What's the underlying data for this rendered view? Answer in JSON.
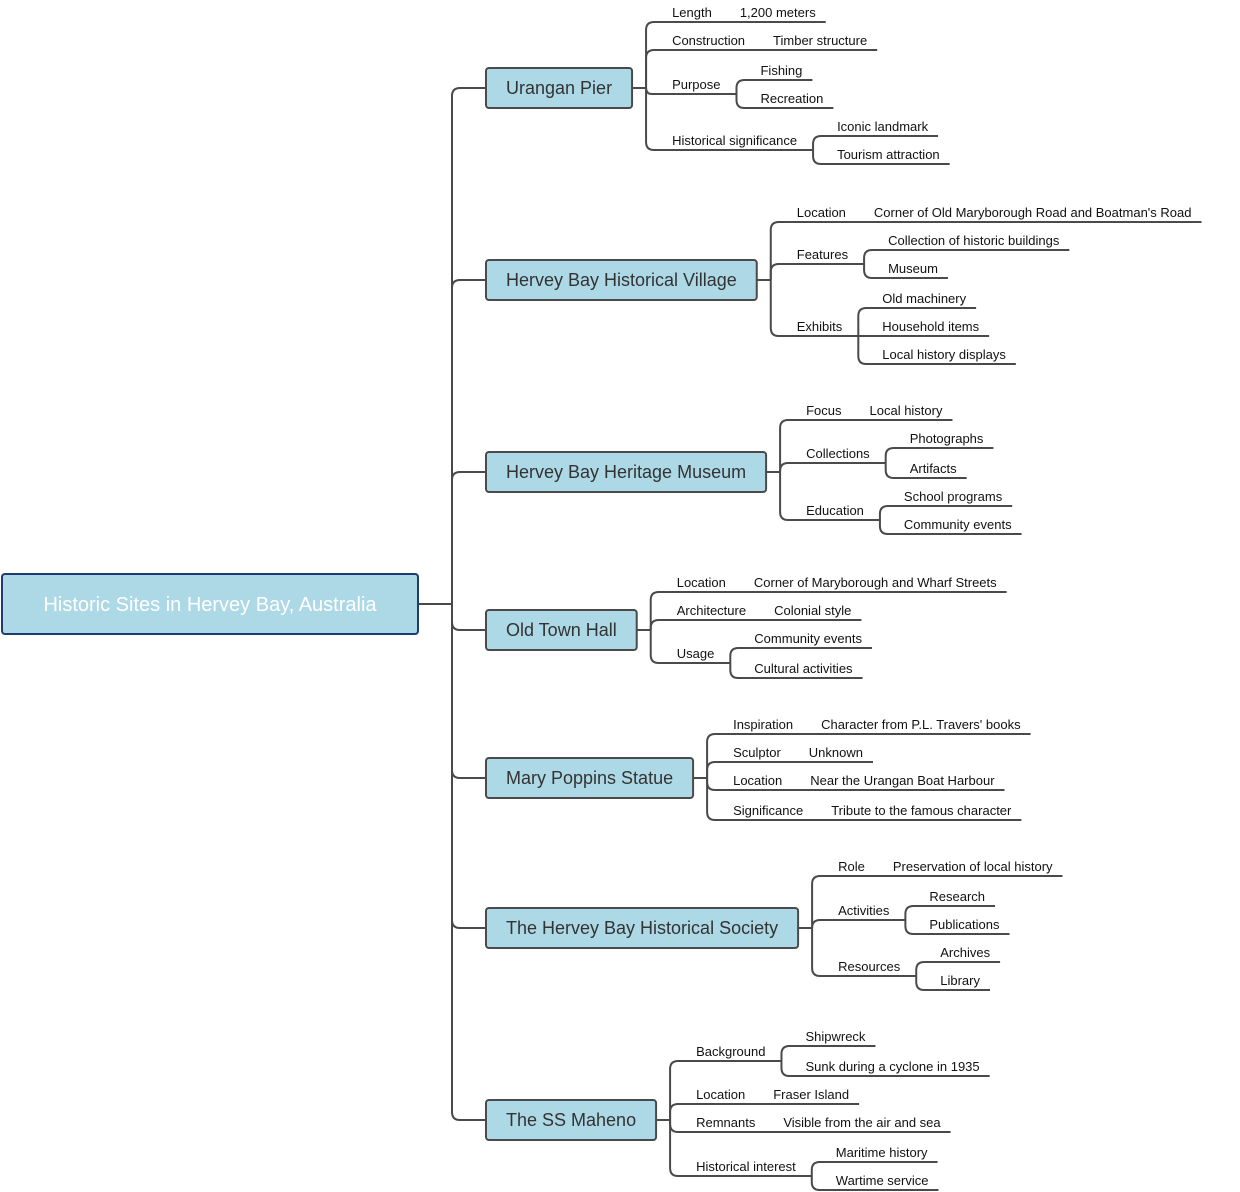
{
  "title": "Historic Sites in Hervey Bay, Australia",
  "colors": {
    "node_fill": "#add8e6",
    "root_border": "#1f3b73",
    "line": "#4a4a4a",
    "root_text": "#ffffff",
    "topic_text": "#333333"
  },
  "topics": [
    {
      "label": "Urangan Pier",
      "children": [
        {
          "label": "Length",
          "children": [
            "1,200 meters"
          ]
        },
        {
          "label": "Construction",
          "children": [
            "Timber structure"
          ]
        },
        {
          "label": "Purpose",
          "children": [
            "Fishing",
            "Recreation"
          ]
        },
        {
          "label": "Historical significance",
          "children": [
            "Iconic landmark",
            "Tourism attraction"
          ]
        }
      ]
    },
    {
      "label": "Hervey Bay Historical Village",
      "children": [
        {
          "label": "Location",
          "children": [
            "Corner of Old Maryborough Road and Boatman's Road"
          ]
        },
        {
          "label": "Features",
          "children": [
            "Collection of historic buildings",
            "Museum"
          ]
        },
        {
          "label": "Exhibits",
          "children": [
            "Old machinery",
            "Household items",
            "Local history displays"
          ]
        }
      ]
    },
    {
      "label": "Hervey Bay Heritage Museum",
      "children": [
        {
          "label": "Focus",
          "children": [
            "Local history"
          ]
        },
        {
          "label": "Collections",
          "children": [
            "Photographs",
            "Artifacts"
          ]
        },
        {
          "label": "Education",
          "children": [
            "School programs",
            "Community events"
          ]
        }
      ]
    },
    {
      "label": "Old Town Hall",
      "children": [
        {
          "label": "Location",
          "children": [
            "Corner of Maryborough and Wharf Streets"
          ]
        },
        {
          "label": "Architecture",
          "children": [
            "Colonial style"
          ]
        },
        {
          "label": "Usage",
          "children": [
            "Community events",
            "Cultural activities"
          ]
        }
      ]
    },
    {
      "label": "Mary Poppins Statue",
      "children": [
        {
          "label": "Inspiration",
          "children": [
            "Character from P.L. Travers' books"
          ]
        },
        {
          "label": "Sculptor",
          "children": [
            "Unknown"
          ]
        },
        {
          "label": "Location",
          "children": [
            "Near the Urangan Boat Harbour"
          ]
        },
        {
          "label": "Significance",
          "children": [
            "Tribute to the famous character"
          ]
        }
      ]
    },
    {
      "label": "The Hervey Bay Historical Society",
      "children": [
        {
          "label": "Role",
          "children": [
            "Preservation of local history"
          ]
        },
        {
          "label": "Activities",
          "children": [
            "Research",
            "Publications"
          ]
        },
        {
          "label": "Resources",
          "children": [
            "Archives",
            "Library"
          ]
        }
      ]
    },
    {
      "label": "The SS Maheno",
      "children": [
        {
          "label": "Background",
          "children": [
            "Shipwreck",
            "Sunk during a cyclone in 1935"
          ]
        },
        {
          "label": "Location",
          "children": [
            "Fraser Island"
          ]
        },
        {
          "label": "Remnants",
          "children": [
            "Visible from the air and sea"
          ]
        },
        {
          "label": "Historical interest",
          "children": [
            "Maritime history",
            "Wartime service"
          ]
        }
      ]
    }
  ]
}
